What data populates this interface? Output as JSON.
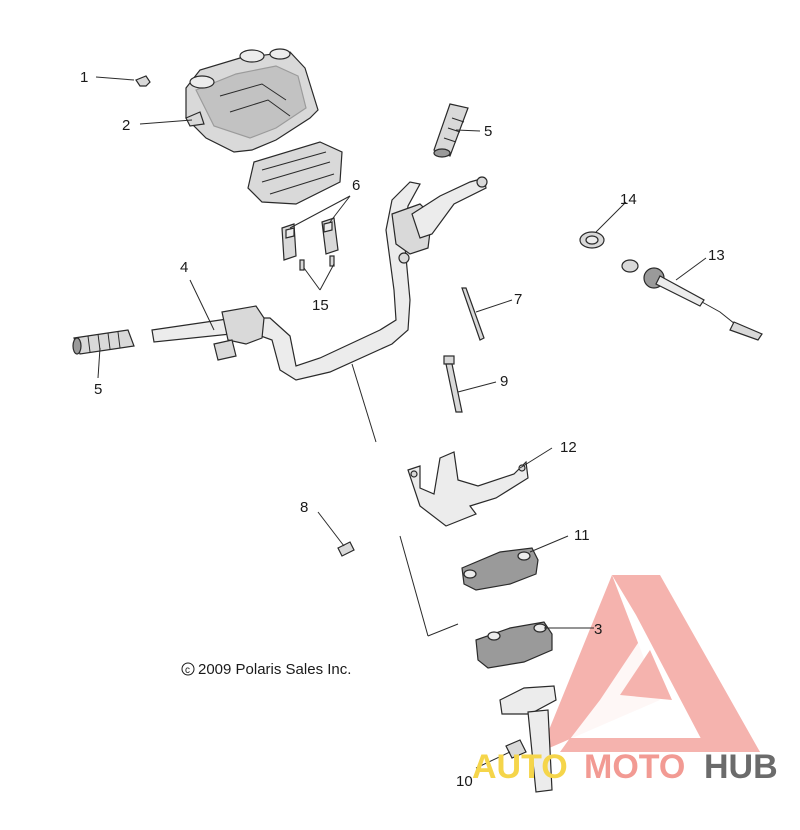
{
  "callouts": {
    "c1": "1",
    "c2": "2",
    "c3": "3",
    "c4": "4",
    "c5a": "5",
    "c5b": "5",
    "c6": "6",
    "c7": "7",
    "c8": "8",
    "c9": "9",
    "c10": "10",
    "c11": "11",
    "c12": "12",
    "c13": "13",
    "c14": "14",
    "c15": "15"
  },
  "copyright": "2009  Polaris Sales Inc.",
  "copyright_symbol": "c",
  "watermark": {
    "auto": "AUTO",
    "moto": "MOTO",
    "hub": "HUB",
    "colors": {
      "triangle": "#f29a93",
      "auto": "#f5d54a",
      "moto": "#f29a93",
      "hub": "#6b6b6b"
    }
  }
}
